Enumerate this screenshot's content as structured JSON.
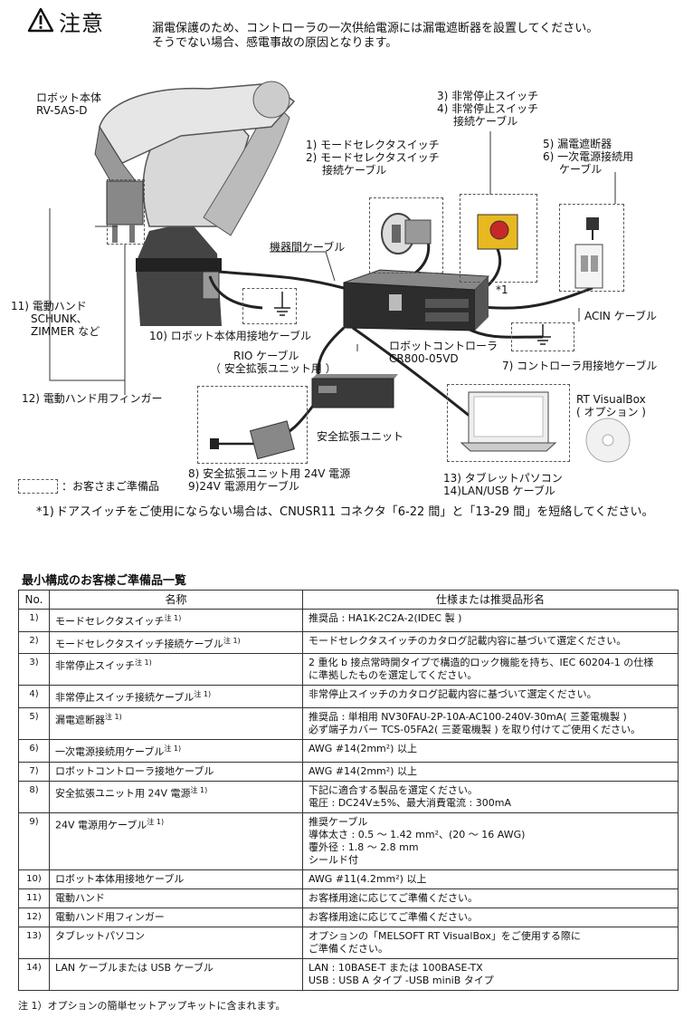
{
  "warning": {
    "title": "注意",
    "lines": [
      "漏電保護のため、コントローラの一次供給電源には漏電遮断器を設置してください。",
      "そうでない場合、感電事故の原因となります。"
    ]
  },
  "diagram": {
    "robot_body": [
      "ロボット本体",
      "RV-5AS-D"
    ],
    "mode_selector": [
      "1) モードセレクタスイッチ",
      "2) モードセレクタスイッチ",
      "接続ケーブル"
    ],
    "emergency_stop": [
      "3) 非常停止スイッチ",
      "4) 非常停止スイッチ",
      "接続ケーブル"
    ],
    "breaker": [
      "5) 漏電遮断器",
      "6) 一次電源接続用",
      "ケーブル"
    ],
    "inter_cable": "機器間ケーブル",
    "star1": "*1",
    "acin_cable": "ACIN ケーブル",
    "electric_hand": [
      "11) 電動ハンド",
      "SCHUNK、",
      "ZIMMER など"
    ],
    "robot_ground": "10) ロボット本体用接地ケーブル",
    "controller": [
      "ロボットコントローラ",
      "CR800-05VD"
    ],
    "rio_cable": [
      "RIO ケーブル",
      "（ 安全拡張ユニット用 ）"
    ],
    "controller_ground": "7) コントローラ用接地ケーブル",
    "hand_finger": "12) 電動ハンド用フィンガー",
    "safety_unit": "安全拡張ユニット",
    "rt_visualbox": [
      "RT VisualBox",
      "( オプション )"
    ],
    "power_24v": [
      "8) 安全拡張ユニット用 24V 電源",
      "9)24V 電源用ケーブル"
    ],
    "tablet": [
      "13) タブレットパソコン",
      "14)LAN/USB ケーブル"
    ],
    "legend": "：お客さまご準備品"
  },
  "note1": {
    "mark": "*1)",
    "text": "ドアスイッチをご使用にならない場合は、CNUSR11 コネクタ「6-22 間」と「13-29 間」を短絡してください。"
  },
  "table": {
    "title": "最小構成のお客様ご準備品一覧",
    "headers": [
      "No.",
      "名称",
      "仕様または推奨品形名"
    ],
    "rows": [
      {
        "no": "1)",
        "name": "モードセレクタスイッチ",
        "sup": "注 1)",
        "spec": [
          "推奨品 : HA1K-2C2A-2(IDEC 製 )"
        ]
      },
      {
        "no": "2)",
        "name": "モードセレクタスイッチ接続ケーブル",
        "sup": "注 1)",
        "spec": [
          "モードセレクタスイッチのカタログ記載内容に基づいて選定ください。"
        ]
      },
      {
        "no": "3)",
        "name": "非常停止スイッチ",
        "sup": "注 1)",
        "spec": [
          "2 重化 b 接点常時開タイプで構造的ロック機能を持ち、IEC 60204-1 の仕様",
          "に準拠したものを選定してください。"
        ]
      },
      {
        "no": "4)",
        "name": "非常停止スイッチ接続ケーブル",
        "sup": "注 1)",
        "spec": [
          "非常停止スイッチのカタログ記載内容に基づいて選定ください。"
        ]
      },
      {
        "no": "5)",
        "name": "漏電遮断器",
        "sup": "注 1)",
        "spec": [
          "推奨品 : 単相用 NV30FAU-2P-10A-AC100-240V-30mA( 三菱電機製 )",
          "必ず端子カバー TCS-05FA2( 三菱電機製 ) を取り付けてご使用ください。"
        ]
      },
      {
        "no": "6)",
        "name": "一次電源接続用ケーブル",
        "sup": "注 1)",
        "spec": [
          "AWG #14(2mm²) 以上"
        ]
      },
      {
        "no": "7)",
        "name": "ロボットコントローラ接地ケーブル",
        "sup": "",
        "spec": [
          "AWG #14(2mm²) 以上"
        ]
      },
      {
        "no": "8)",
        "name": "安全拡張ユニット用 24V 電源",
        "sup": "注 1)",
        "spec": [
          "下記に適合する製品を選定ください。",
          "電圧 : DC24V±5%、最大消費電流 : 300mA"
        ]
      },
      {
        "no": "9)",
        "name": "24V 電源用ケーブル",
        "sup": "注 1)",
        "spec": [
          "推奨ケーブル",
          "導体太さ : 0.5 ～ 1.42 mm²、(20 ～ 16 AWG)",
          "覆外径 : 1.8 ～ 2.8 mm",
          "シールド付"
        ]
      },
      {
        "no": "10)",
        "name": "ロボット本体用接地ケーブル",
        "sup": "",
        "spec": [
          "AWG #11(4.2mm²) 以上"
        ]
      },
      {
        "no": "11)",
        "name": "電動ハンド",
        "sup": "",
        "spec": [
          "お客様用途に応じてご準備ください。"
        ]
      },
      {
        "no": "12)",
        "name": "電動ハンド用フィンガー",
        "sup": "",
        "spec": [
          "お客様用途に応じてご準備ください。"
        ]
      },
      {
        "no": "13)",
        "name": "タブレットパソコン",
        "sup": "",
        "spec": [
          "オプションの「MELSOFT RT VisualBox」をご使用する際に",
          "ご準備ください。"
        ]
      },
      {
        "no": "14)",
        "name": "LAN ケーブルまたは USB ケーブル",
        "sup": "",
        "spec": [
          "LAN : 10BASE-T または 100BASE-TX",
          "USB : USB A タイプ -USB miniB タイプ"
        ]
      }
    ],
    "footnote": "注 1）オプションの簡単セットアップキットに含まれます。"
  }
}
